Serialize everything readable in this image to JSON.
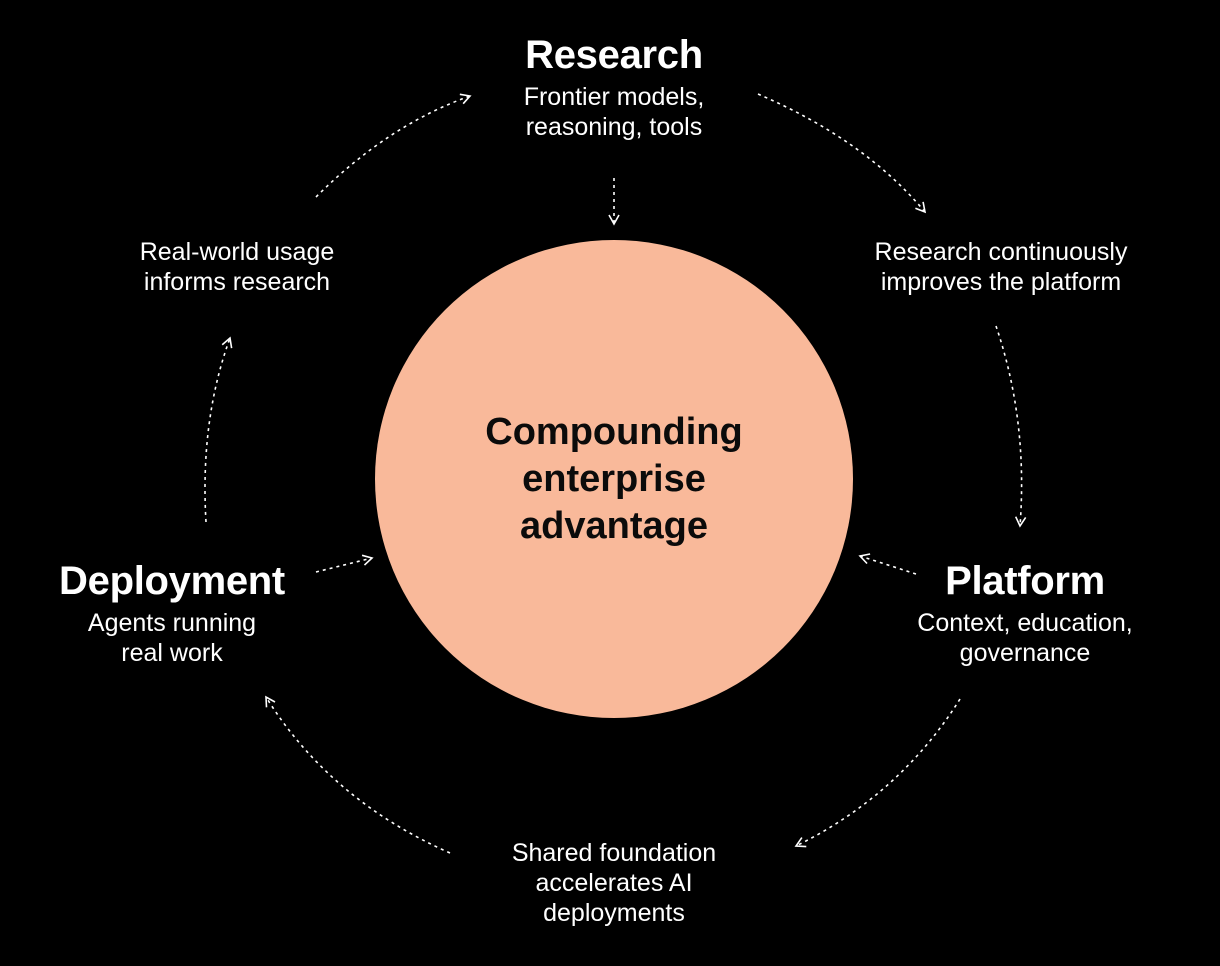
{
  "center": {
    "label": [
      "Compounding",
      "enterprise",
      "advantage"
    ],
    "fill": "#f9b99a"
  },
  "nodes": {
    "research": {
      "title": "Research",
      "desc": [
        "Frontier models,",
        "reasoning, tools"
      ]
    },
    "platform": {
      "title": "Platform",
      "desc": [
        "Context, education,",
        "governance"
      ]
    },
    "deployment": {
      "title": "Deployment",
      "desc": [
        "Agents running",
        "real work"
      ]
    }
  },
  "links": {
    "research_to_platform": [
      "Research continuously",
      "improves the platform"
    ],
    "platform_to_deployment": [
      "Shared foundation",
      "accelerates AI",
      "deployments"
    ],
    "deployment_to_research": [
      "Real-world usage",
      "informs research"
    ]
  },
  "colors": {
    "background": "#000000",
    "text": "#ffffff",
    "arrow": "#ffffff"
  }
}
